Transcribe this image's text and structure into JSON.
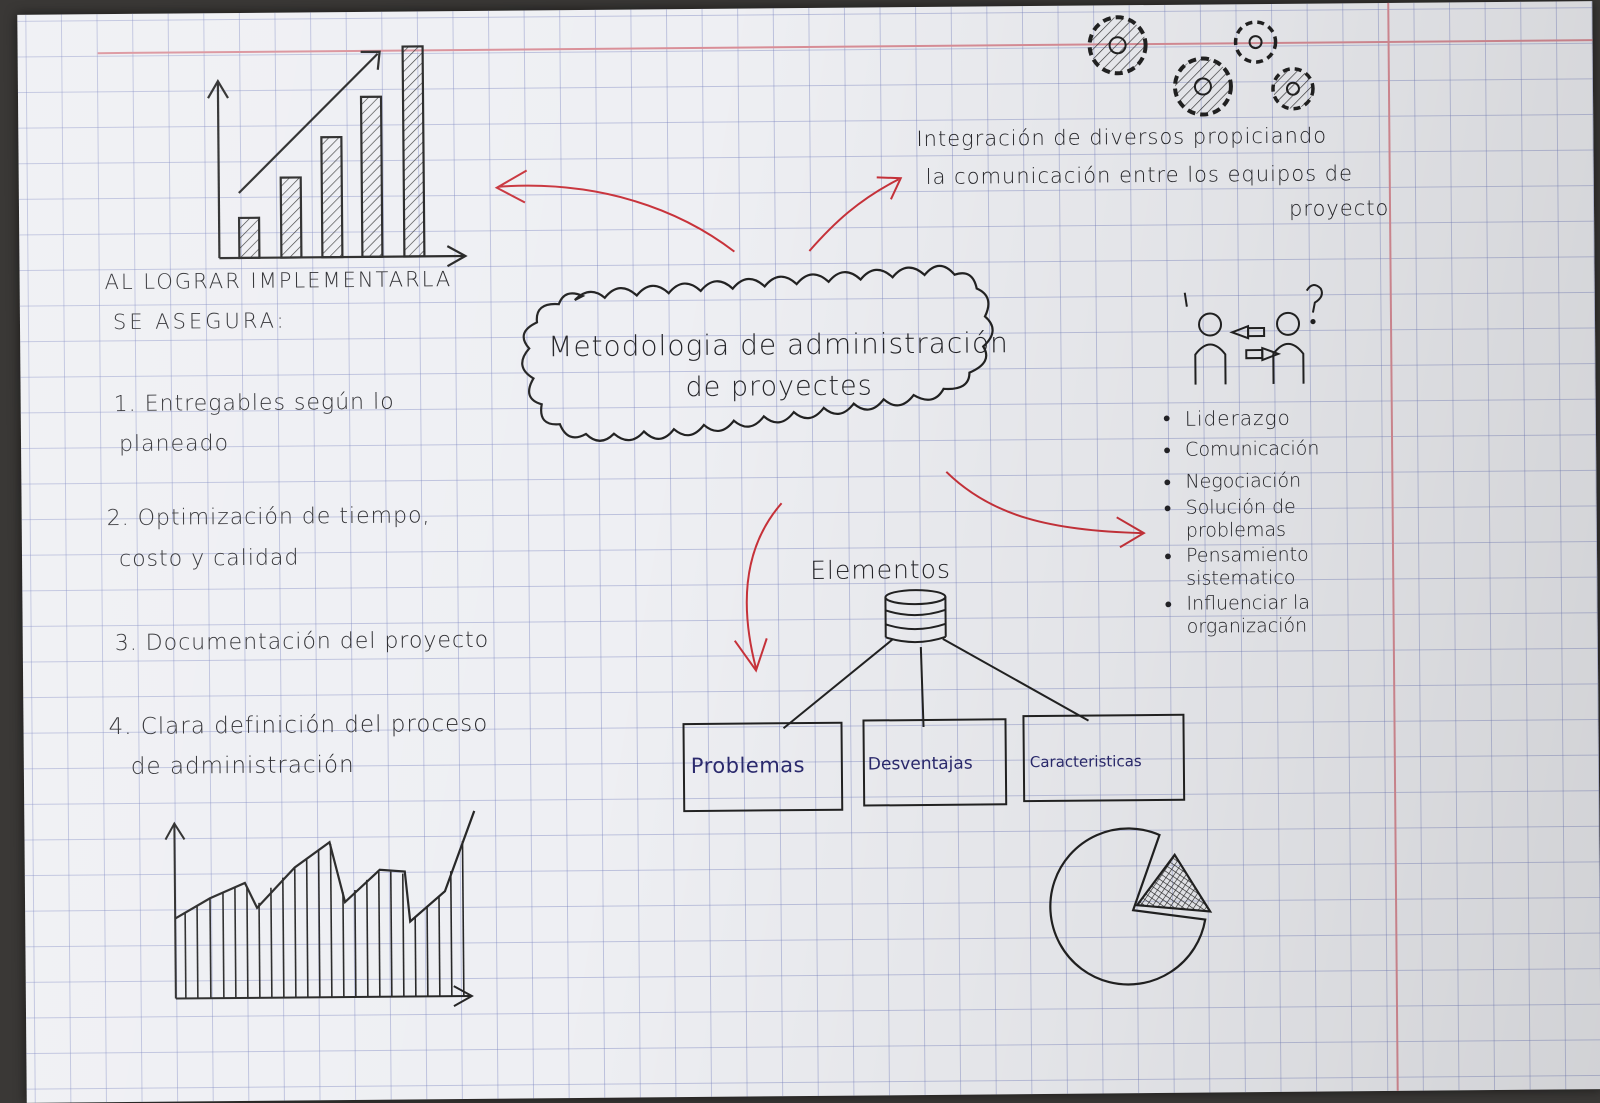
{
  "left_block": {
    "intro_line1": "AL LOGRAR IMPLEMENTARLA",
    "intro_line2": "SE ASEGURA:",
    "items": [
      {
        "line1": "1. Entregables según lo",
        "line2": "planeado"
      },
      {
        "line1": "2. Optimización de tiempo,",
        "line2": "costo y calidad"
      },
      {
        "line1": "3. Documentación del proyecto",
        "line2": ""
      },
      {
        "line1": "4. Clara definición del proceso",
        "line2": "de administración"
      }
    ]
  },
  "center": {
    "title_line1": "Metodologia de administración",
    "title_line2": "de proyectes"
  },
  "top_right": {
    "line1": "Integración de diversos propiciando",
    "line2": "la comunicación entre los equipos de",
    "line3": "proyecto"
  },
  "skills": {
    "items": [
      "Liderazgo",
      "Comunicación",
      "Negociación",
      "Solución de problemas",
      "Pensamiento sistematico",
      "Influenciar la organización"
    ]
  },
  "elements": {
    "title": "Elementos",
    "boxes": [
      "Problemas",
      "Desventajas",
      "Caracteristicas"
    ]
  },
  "colors": {
    "paper": "#eeeff3",
    "grid": "#8f96c8",
    "ink": "#242428",
    "red_ink": "#c8323a",
    "blue_ink": "#2b2a6e"
  }
}
